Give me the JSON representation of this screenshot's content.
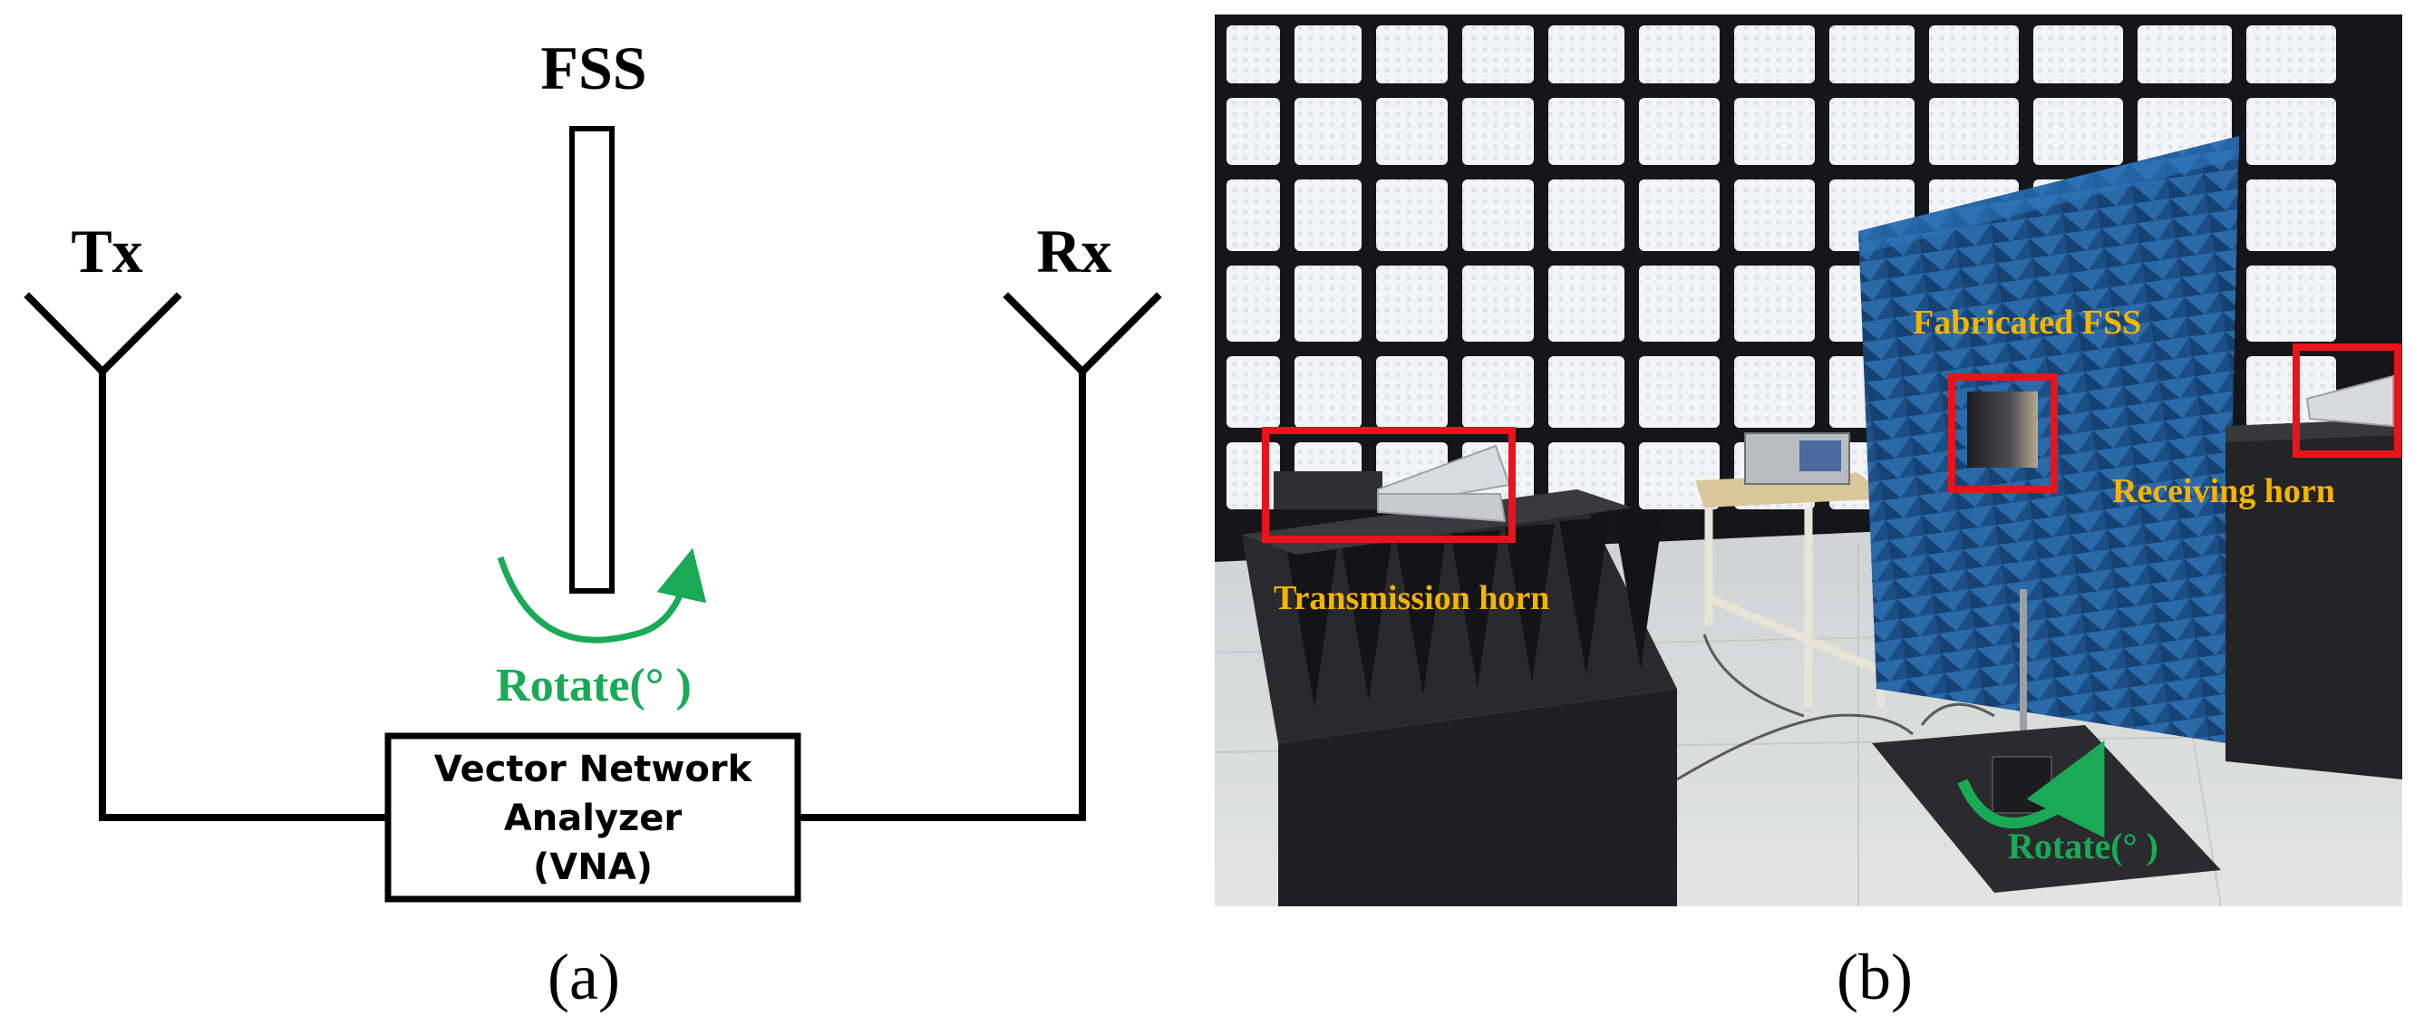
{
  "diagram_a": {
    "fss_label": "FSS",
    "tx_label": "Tx",
    "rx_label": "Rx",
    "rotate_label": "Rotate(° )",
    "vna_line1": "Vector Network",
    "vna_line2": "Analyzer",
    "vna_line3": "(VNA)",
    "caption": "(a)"
  },
  "photo_b": {
    "fabricated_fss_label": "Fabricated FSS",
    "receiving_horn_label": "Receiving horn",
    "transmission_horn_label": "Transmission horn",
    "rotate_label": "Rotate(° )",
    "caption": "(b)"
  },
  "colors": {
    "line": "#000000",
    "rotate_green": "#1aaa55",
    "photo_label_gold": "#f5b400",
    "highlight_red": "#e8141b",
    "absorber_blue": "#1f5a93",
    "chamber_wall": "#eceff1",
    "chamber_grid": "#16161a"
  }
}
